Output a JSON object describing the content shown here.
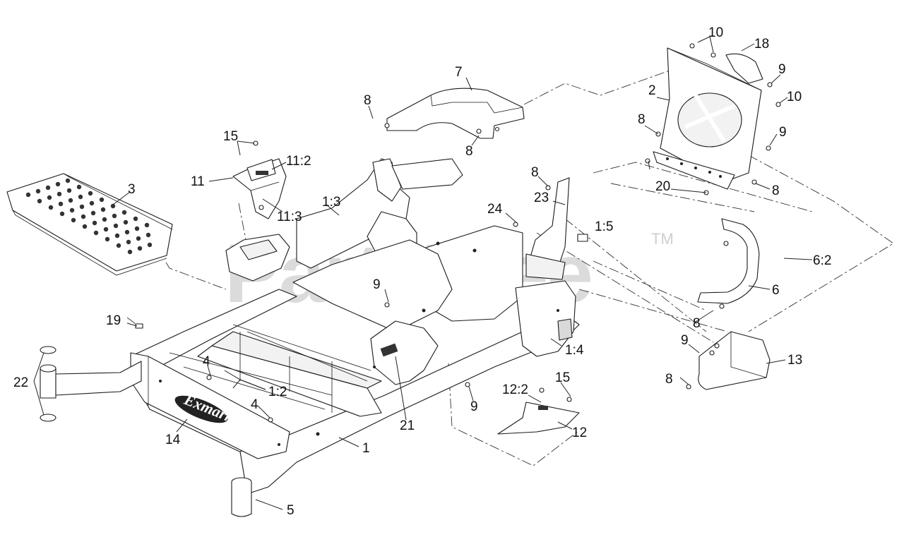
{
  "watermark": {
    "text": "PartsTree",
    "trademark": "TM"
  },
  "brand_logo": {
    "text": "Exmark"
  },
  "callouts": [
    {
      "id": "c-10a",
      "text": "10"
    },
    {
      "id": "c-18",
      "text": "18"
    },
    {
      "id": "c-9a",
      "text": "9"
    },
    {
      "id": "c-7",
      "text": "7"
    },
    {
      "id": "c-2",
      "text": "2"
    },
    {
      "id": "c-10b",
      "text": "10"
    },
    {
      "id": "c-8a",
      "text": "8"
    },
    {
      "id": "c-8b",
      "text": "8"
    },
    {
      "id": "c-9b",
      "text": "9"
    },
    {
      "id": "c-8c",
      "text": "8"
    },
    {
      "id": "c-15a",
      "text": "15"
    },
    {
      "id": "c-11-2",
      "text": "11:2"
    },
    {
      "id": "c-11",
      "text": "11"
    },
    {
      "id": "c-3",
      "text": "3"
    },
    {
      "id": "c-1-3",
      "text": "1:3"
    },
    {
      "id": "c-11-3",
      "text": "11:3"
    },
    {
      "id": "c-8d",
      "text": "8"
    },
    {
      "id": "c-20",
      "text": "20"
    },
    {
      "id": "c-8e",
      "text": "8"
    },
    {
      "id": "c-23",
      "text": "23"
    },
    {
      "id": "c-24",
      "text": "24"
    },
    {
      "id": "c-1-5",
      "text": "1:5"
    },
    {
      "id": "c-6-2",
      "text": "6:2"
    },
    {
      "id": "c-9c",
      "text": "9"
    },
    {
      "id": "c-6",
      "text": "6"
    },
    {
      "id": "c-19",
      "text": "19"
    },
    {
      "id": "c-8f",
      "text": "8"
    },
    {
      "id": "c-1-4",
      "text": "1:4"
    },
    {
      "id": "c-9d",
      "text": "9"
    },
    {
      "id": "c-13",
      "text": "13"
    },
    {
      "id": "c-22",
      "text": "22"
    },
    {
      "id": "c-4a",
      "text": "4"
    },
    {
      "id": "c-15b",
      "text": "15"
    },
    {
      "id": "c-12-2",
      "text": "12:2"
    },
    {
      "id": "c-8g",
      "text": "8"
    },
    {
      "id": "c-1-2",
      "text": "1:2"
    },
    {
      "id": "c-4b",
      "text": "4"
    },
    {
      "id": "c-9e",
      "text": "9"
    },
    {
      "id": "c-21",
      "text": "21"
    },
    {
      "id": "c-12",
      "text": "12"
    },
    {
      "id": "c-14",
      "text": "14"
    },
    {
      "id": "c-1",
      "text": "1"
    },
    {
      "id": "c-5",
      "text": "5"
    }
  ]
}
